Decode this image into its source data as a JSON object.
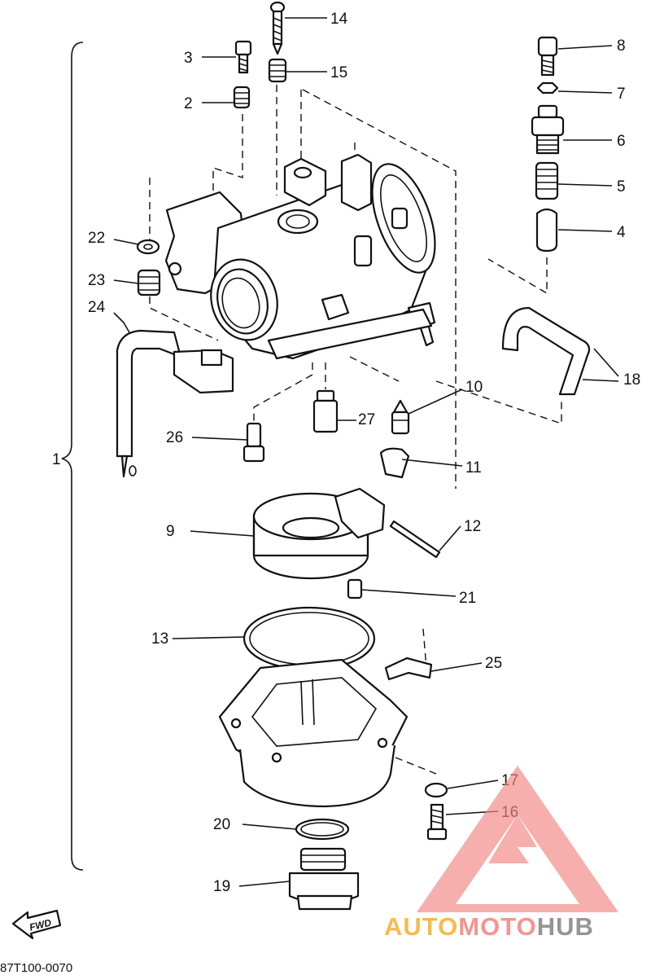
{
  "diagram": {
    "drawing_code": "87T100-0070",
    "fwd_label": "FWD",
    "group_label": "1",
    "part_labels": [
      "2",
      "3",
      "4",
      "5",
      "6",
      "7",
      "8",
      "9",
      "10",
      "11",
      "12",
      "13",
      "14",
      "15",
      "16",
      "17",
      "18",
      "19",
      "20",
      "21",
      "22",
      "23",
      "24",
      "25",
      "26",
      "27"
    ]
  },
  "watermark": {
    "brand_part1": "AUTO",
    "brand_part2": "MOTO",
    "brand_part3": "HUB",
    "colors": {
      "auto": "#f5b43a",
      "moto": "#f28a84",
      "hub": "#8a8a8a",
      "triangle": "#f28a84"
    }
  }
}
